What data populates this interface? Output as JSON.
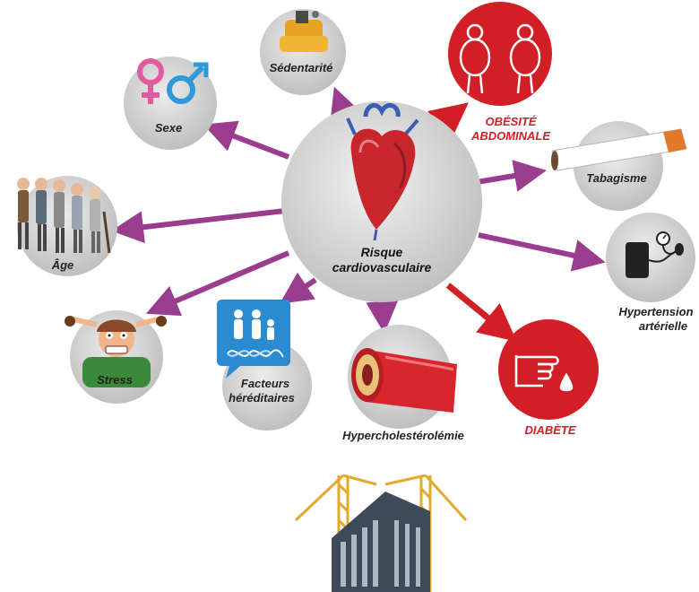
{
  "center": {
    "line1": "Risque",
    "line2": "cardiovasculaire"
  },
  "factors": {
    "sedentarite": "Sédentarité",
    "sexe": "Sexe",
    "obesite_1": "OBÉSITÉ",
    "obesite_2": "ABDOMINALE",
    "tabagisme": "Tabagisme",
    "age": "Âge",
    "hypertension_1": "Hypertension",
    "hypertension_2": "artérielle",
    "stress": "Stress",
    "facteurs_1": "Facteurs",
    "facteurs_2": "héréditaires",
    "hypercholesterolemie": "Hypercholestérolémie",
    "diabete": "DIABÈTE"
  },
  "colors": {
    "arrow_purple": "#9b3d8e",
    "arrow_red": "#d21f26",
    "circle_grey": "#d2d2d2",
    "circle_red": "#d21f26",
    "crane_yellow": "#e3a92a",
    "building_dark": "#3e4a57"
  }
}
